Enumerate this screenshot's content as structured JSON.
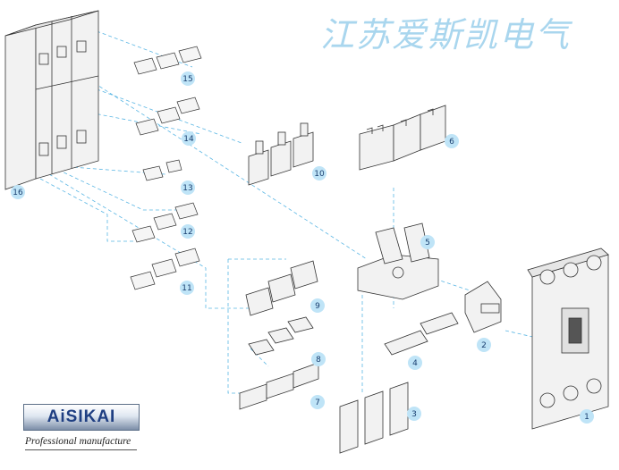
{
  "header": {
    "watermark": "江苏爱斯凯电气"
  },
  "brand": {
    "logo_text": "AiSIKAI",
    "tagline": "Professional manufacture"
  },
  "callouts": [
    "1",
    "2",
    "3",
    "4",
    "5",
    "6",
    "7",
    "8",
    "9",
    "10",
    "11",
    "12",
    "13",
    "14",
    "15",
    "16"
  ],
  "colors": {
    "callout_fill": "#bfe4f7",
    "leader_line": "#5ab6e4",
    "part_fill": "#f2f2f2",
    "part_stroke": "#333333"
  }
}
